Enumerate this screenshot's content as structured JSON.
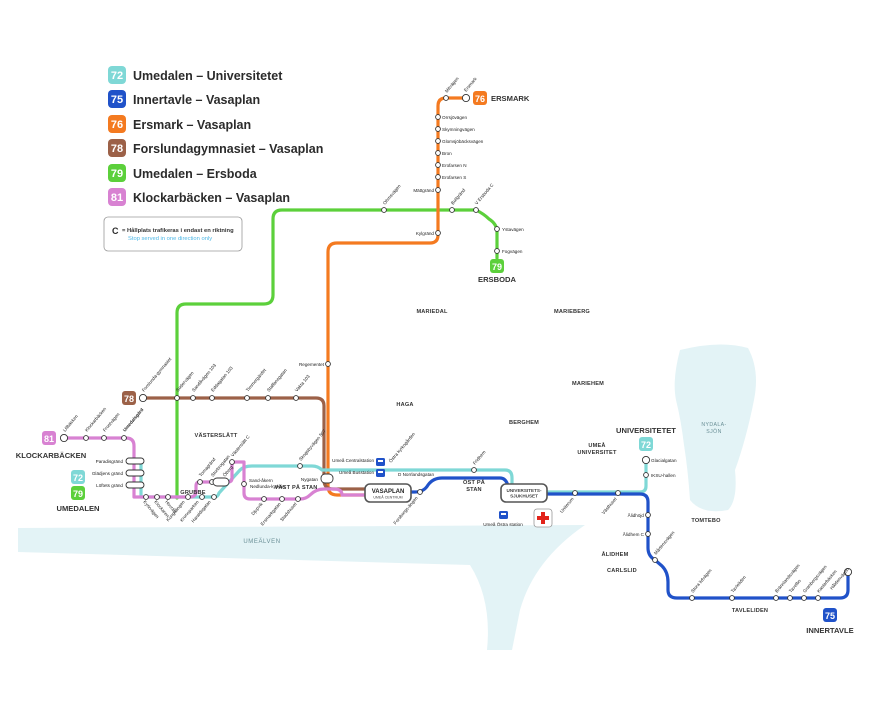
{
  "colors": {
    "line72": "#7fd8d6",
    "line75": "#2052c9",
    "line76": "#f47a20",
    "line78": "#9c6148",
    "line79": "#5cd03b",
    "line81": "#d882d2",
    "water": "#e3f3f6",
    "text": "#2b2b2b"
  },
  "legend": {
    "items": [
      {
        "num": "72",
        "label": "Umedalen – Universitetet",
        "color": "#7fd8d6"
      },
      {
        "num": "75",
        "label": "Innertavle – Vasaplan",
        "color": "#2052c9"
      },
      {
        "num": "76",
        "label": "Ersmark – Vasaplan",
        "color": "#f47a20"
      },
      {
        "num": "78",
        "label": "Forslundagymnasiet – Vasaplan",
        "color": "#9c6148"
      },
      {
        "num": "79",
        "label": "Umedalen – Ersboda",
        "color": "#5cd03b"
      },
      {
        "num": "81",
        "label": "Klockarbäcken – Vasaplan",
        "color": "#d882d2"
      }
    ],
    "note_symbol": "C",
    "note_sv": "= Hållplats trafikeras i endast en riktning",
    "note_en": "Stop served in one direction only"
  },
  "terminals": {
    "ersmark": {
      "num": "76",
      "name": "ERSMARK"
    },
    "ersboda": {
      "num": "79",
      "name": "ERSBODA"
    },
    "klockarbacken": {
      "num": "81",
      "name": "KLOCKARBÄCKEN"
    },
    "umedalen": {
      "num72": "72",
      "num79": "79",
      "name": "UMEDALEN"
    },
    "forslunda": {
      "num": "78"
    },
    "universitetet": {
      "num": "72",
      "name": "UNIVERSITETET"
    },
    "innertavle": {
      "num": "75",
      "name": "INNERTAVLE"
    }
  },
  "hubs": {
    "vasaplan": {
      "name": "VASAPLAN",
      "sub": "UMEÅ CENTRUM"
    },
    "sjukhuset": {
      "name1": "UNIVERSITETS-",
      "name2": "SJUKHUSET"
    }
  },
  "areas": {
    "mariedal": "MARIEDAL",
    "marieberg": "MARIEBERG",
    "mariehem": "MARIEHEM",
    "haga": "HAGA",
    "berghem": "BERGHEM",
    "vasterslatt": "VÄSTERSLÄTT",
    "grubbe": "GRUBBE",
    "vast_pa_stan": "VÄST PÅ STAN",
    "ost_pa_stan_1": "ÖST PÅ",
    "ost_pa_stan_2": "STAN",
    "umea_univ_1": "UMEÅ",
    "umea_univ_2": "UNIVERSITET",
    "alidhem": "ÅLIDHEM",
    "carlslid": "CARLSLID",
    "tomtebo": "TOMTEBO",
    "tavleliden": "TAVLELIDEN",
    "nydalasjon_1": "NYDALA-",
    "nydalasjon_2": "SJÖN",
    "umealven": "UMEÄLVEN"
  },
  "stops": {
    "mitvagen": "Mitvägen",
    "ersmark_s": "Ersmark",
    "orrsjo": "Orrsjövägen",
    "skymning": "Skymningvägen",
    "gloms": "Glomsjöbäcksvägen",
    "bron": "Bron",
    "erofors_n": "Erofarsen N",
    "erofors_s": "Erofarsen S",
    "mattgrand": "Mättgränd",
    "ohmsvagen": "Ohmsvägen",
    "bollgrand": "Bollgränd",
    "vatrimbla": "V Ersboda C",
    "ystavagen": "Ystavägen",
    "fogvagen": "Fogvägen",
    "kylgrand": "Kylgränd",
    "regement": "Regementet",
    "forslunda_s": "Forslunda-gymnasiet",
    "sodervagen": "Sodervägen",
    "sandavagen": "Sandåvägen 103",
    "eddagatan": "Eddagatan 103",
    "timmer": "Timmergärdet",
    "staffans": "Staffansgatan",
    "vakt": "Vakta 103",
    "lilla_back": "Lillbäcken",
    "klockarb_s": "Klockarbäcken",
    "frostvagen": "Frostvägen",
    "umedalsgard": "Umedalsgärd",
    "paradis": "Paradisgränd",
    "gladjens": "Glädjens gränd",
    "loftets": "Löftets gränd",
    "kyrkvagen": "Kyrkvägen",
    "klockaren": "Klockaren",
    "hovratt": "Hovrätt",
    "kungsanga": "Kungsängen",
    "kronoparken": "Kronoparken",
    "haraldsg": "Haraldsgatan",
    "tomagrand": "Tomagränd",
    "storbrogatan": "Storbrogatan",
    "oberg": "Öberg",
    "vasterslatt_c": "Västerslätt C",
    "sandakern": "Sand-åkern",
    "nedlunda": "Nedlunda-kyrkan",
    "djupvik": "Djupvik",
    "ersmarkgatan": "Ersmarkgatan",
    "stadshuset": "Stadshuset",
    "skogsby": "Skogsbyvägen 507",
    "nygatan": "Nygatan",
    "umea_centr": "Umeå Centralstation",
    "umea_buss": "Umeå Busstation",
    "forsborgs": "Forsborgs-ängen",
    "d_norrland": "D Norrlandsgatan",
    "fridhem": "Fridhem",
    "ostra_kyrk": "Östra kyrkogården",
    "umea_ostra": "Umeå Östra station",
    "uniterum": "Uniterum",
    "vasthuset": "Västhuset",
    "glacial": "Glacialgatan",
    "iksu": "IKSU-hallen",
    "alidh_c": "Ålidhem C",
    "alidhoj": "Ålidhöjd",
    "martens": "Mårtensvägen",
    "stora_lid": "Stora lidvägen",
    "tavleliden_s": "Tavleliden",
    "brannland": "Brännlandsvägen",
    "tavelbo": "Tavelbo",
    "granbergs": "Granbergsvägen",
    "kastar": "Kastarbäcken",
    "nyed": "Nyedvägen",
    "haldenvagen": "Håldenvägen"
  }
}
